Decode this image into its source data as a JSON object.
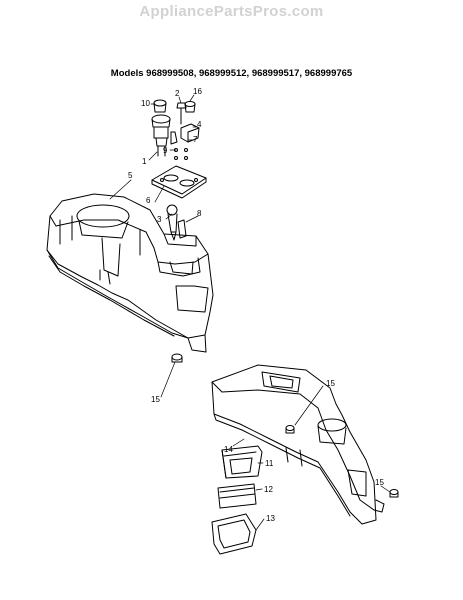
{
  "header": {
    "watermark": "AppliancePartsPros.com"
  },
  "title": {
    "models": "Models 968999508, 968999512, 968999517, 968999765"
  },
  "callouts": [
    {
      "id": "c10",
      "label": "10"
    },
    {
      "id": "c2",
      "label": "2"
    },
    {
      "id": "c16",
      "label": "16"
    },
    {
      "id": "c4",
      "label": "4"
    },
    {
      "id": "c7",
      "label": "7"
    },
    {
      "id": "c9",
      "label": "9"
    },
    {
      "id": "c1",
      "label": "1"
    },
    {
      "id": "c5",
      "label": "5"
    },
    {
      "id": "c6",
      "label": "6"
    },
    {
      "id": "c3",
      "label": "3"
    },
    {
      "id": "c8",
      "label": "8"
    },
    {
      "id": "c15a",
      "label": "15"
    },
    {
      "id": "c15b",
      "label": "15"
    },
    {
      "id": "c14",
      "label": "14"
    },
    {
      "id": "c11",
      "label": "11"
    },
    {
      "id": "c12",
      "label": "12"
    },
    {
      "id": "c15c",
      "label": "15"
    },
    {
      "id": "c13",
      "label": "13"
    }
  ]
}
